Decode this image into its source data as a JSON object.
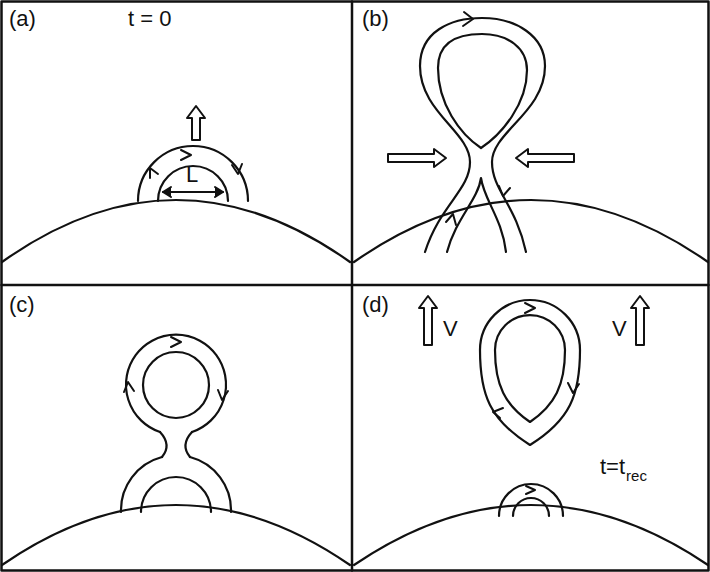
{
  "diagram": {
    "labels": [
      "(a)",
      "t = 0",
      "L",
      "(b)",
      "(c)",
      "(d)",
      "V",
      "V",
      "t=t",
      "rec"
    ]
  }
}
